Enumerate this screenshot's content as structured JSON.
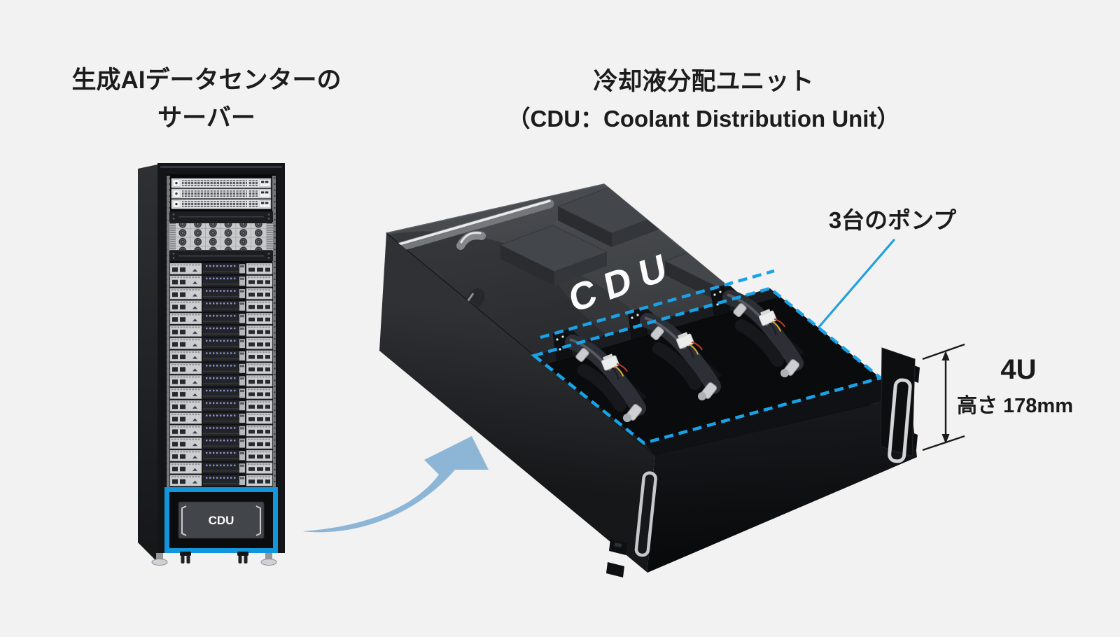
{
  "page": {
    "background": "#f2f2f3"
  },
  "left_panel": {
    "title_line1": "生成AIデータセンターの",
    "title_line2": "サーバー",
    "rack": {
      "cdu_label": "CDU"
    }
  },
  "right_panel": {
    "title_line1": "冷却液分配ユニット",
    "title_line2": "（CDU：Coolant Distribution Unit）",
    "cdu_surface_label": "CDU",
    "annotations": {
      "pumps_callout": "3台のポンプ",
      "height_units": "4U",
      "height_mm": "高さ 178mm"
    },
    "colors": {
      "highlight_blue": "#1496dc",
      "dashed_outline": "#18a3e8",
      "callout_line": "#259fdb",
      "arrow_fill": "#8db6d6",
      "background": "#f2f2f3"
    }
  }
}
